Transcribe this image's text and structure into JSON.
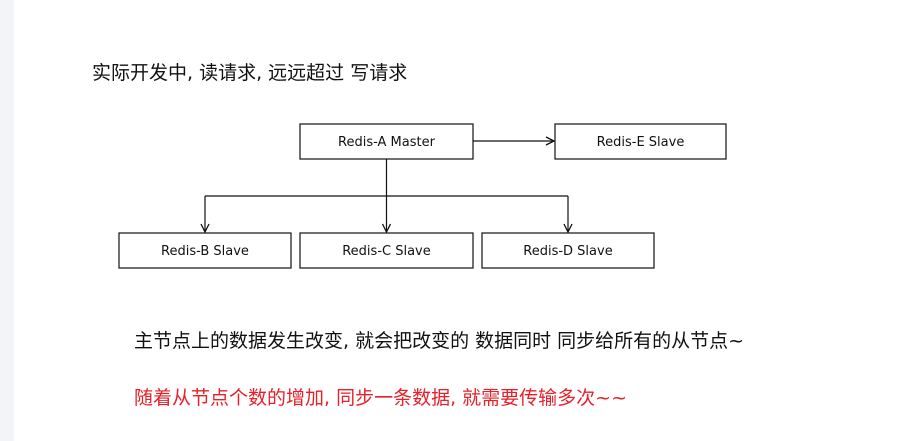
{
  "heading": "实际开发中, 读请求, 远远超过 写请求",
  "diagram": {
    "nodes": {
      "master": "Redis-A Master",
      "slave_e": "Redis-E Slave",
      "slave_b": "Redis-B Slave",
      "slave_c": "Redis-C Slave",
      "slave_d": "Redis-D Slave"
    }
  },
  "body_text": "主节点上的数据发生改变, 就会把改变的 数据同时 同步给所有的从节点~",
  "note_text": "随着从节点个数的增加, 同步一条数据, 就需要传输多次~~",
  "colors": {
    "text": "#111111",
    "note": "#e8202a"
  }
}
